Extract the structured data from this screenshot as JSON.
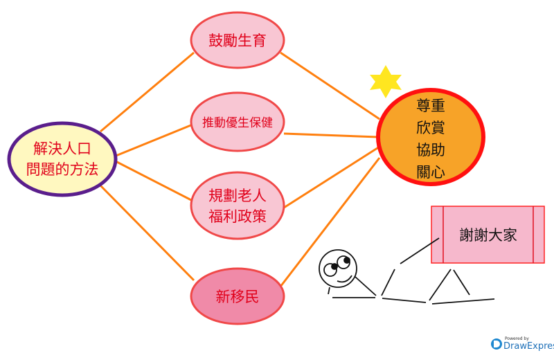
{
  "center": {
    "lines": [
      "解決人口",
      "問題的方法"
    ]
  },
  "branches": [
    {
      "lines": [
        "鼓勵生育"
      ]
    },
    {
      "lines": [
        "推動優生保健"
      ]
    },
    {
      "lines": [
        "規劃老人",
        "福利政策"
      ]
    },
    {
      "lines": [
        "新移民"
      ]
    }
  ],
  "goal": {
    "lines": [
      "尊重",
      "欣賞",
      "協助",
      "關心"
    ]
  },
  "thanks": "謝謝大家",
  "watermark": {
    "powered": "Powered by",
    "brand": "DrawExpress"
  },
  "colors": {
    "line": "#ff7f0e",
    "goal_fill": "#f7a328",
    "goal_stroke": "#ff1010",
    "center_fill": "#fff8c0",
    "center_stroke": "#5a1e8c"
  }
}
